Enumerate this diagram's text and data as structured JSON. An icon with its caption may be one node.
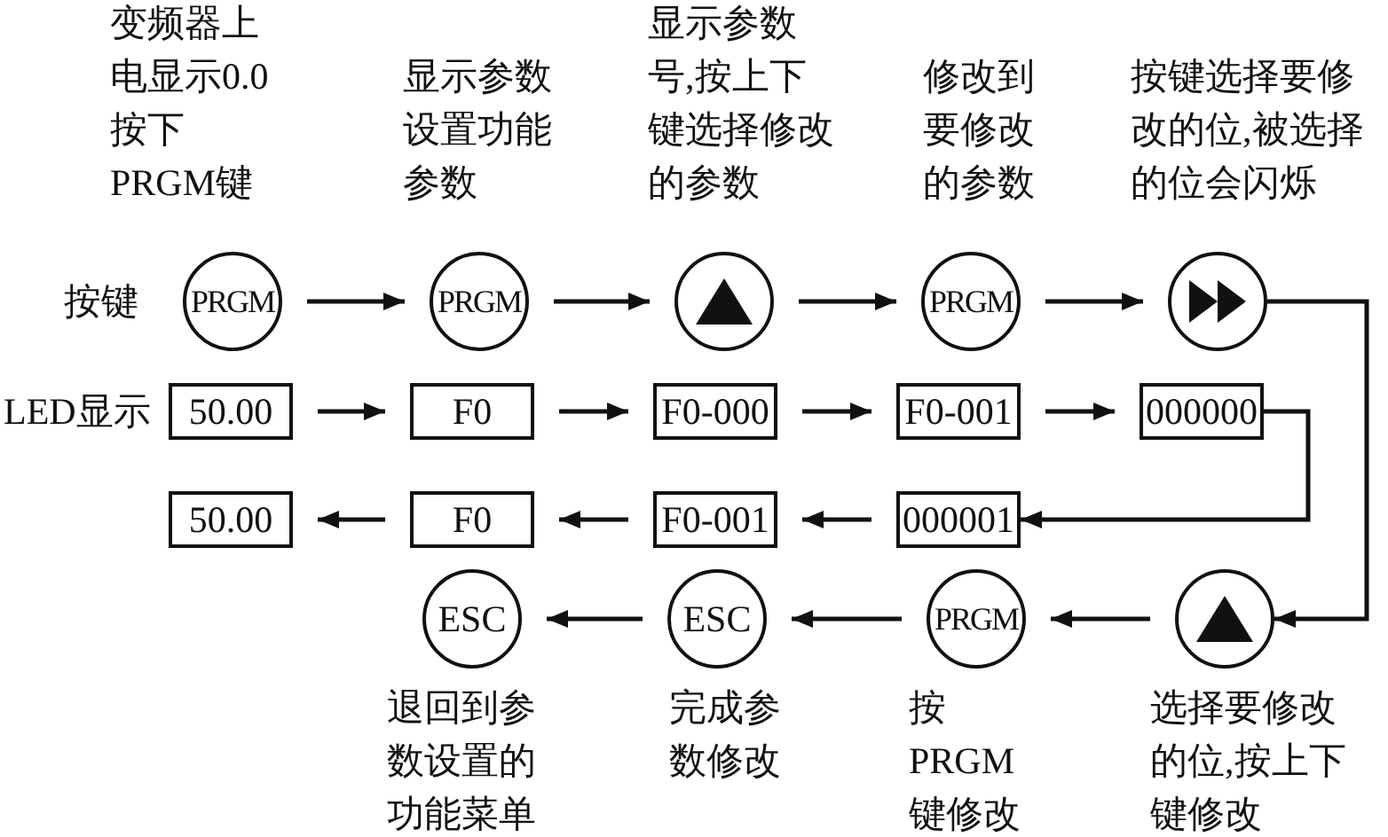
{
  "diagram": {
    "nodes": [
      {
        "text": [
          "PRGM"
        ],
        "beside": [
          "变频器上电显示0.0按下PRGM键"
        ]
      },
      {
        "text": [
          "PRGM"
        ],
        "beside": [
          "显示参数设置功能参数"
        ]
      },
      {
        "text": [],
        "shape": "circle",
        "beside": [
          "显示参数号,按上下键选择修改的参数"
        ]
      },
      {
        "text": [
          "PRGM"
        ],
        "beside": [
          "修改到要修改的参数"
        ]
      },
      {
        "text": [],
        "shape": "circle",
        "beside": [
          "按键选择要修改的位,被选择的位会闪烁"
        ]
      },
      {
        "text": [
          "50.00"
        ]
      },
      {
        "text": [
          "F0"
        ]
      },
      {
        "text": [
          "F0-000"
        ]
      },
      {
        "text": [
          "F0-001"
        ]
      },
      {
        "text": [
          "000000"
        ]
      },
      {
        "text": [
          "50.00"
        ]
      },
      {
        "text": [
          "F0"
        ]
      },
      {
        "text": [
          "F0-001"
        ]
      },
      {
        "text": [
          "000001"
        ]
      },
      {
        "text": [
          "ESC"
        ],
        "beside": [
          "退回到参数设置的功能菜单"
        ]
      },
      {
        "text": [
          "ESC"
        ],
        "beside": [
          "完成参数修改"
        ]
      },
      {
        "text": [
          "PRGM"
        ],
        "beside": [
          "按PRGM键修改"
        ]
      },
      {
        "text": [],
        "shape": "circle",
        "beside": [
          "选择要修改的位,按上下键修改"
        ]
      }
    ],
    "edges": [
      {
        "from": 0,
        "to": 1,
        "arrow": "to"
      },
      {
        "from": 1,
        "to": 2,
        "arrow": "to"
      },
      {
        "from": 2,
        "to": 3,
        "arrow": "to"
      },
      {
        "from": 3,
        "to": 4,
        "arrow": "to"
      },
      {
        "from": 5,
        "to": 6,
        "arrow": "to"
      },
      {
        "from": 6,
        "to": 7,
        "arrow": "to"
      },
      {
        "from": 7,
        "to": 8,
        "arrow": "to"
      },
      {
        "from": 8,
        "to": 9,
        "arrow": "to"
      },
      {
        "from": 4,
        "to": 17,
        "arrow": "to"
      },
      {
        "from": 9,
        "to": 13,
        "arrow": "to"
      },
      {
        "from": 17,
        "to": 16,
        "arrow": "to"
      },
      {
        "from": 16,
        "to": 15,
        "arrow": "to"
      },
      {
        "from": 15,
        "to": 14,
        "arrow": "to"
      },
      {
        "from": 13,
        "to": 12,
        "arrow": "to"
      },
      {
        "from": 12,
        "to": 11,
        "arrow": "to"
      },
      {
        "from": 11,
        "to": 10,
        "arrow": "to"
      }
    ],
    "labels": [
      "按键",
      "LED显示"
    ]
  }
}
